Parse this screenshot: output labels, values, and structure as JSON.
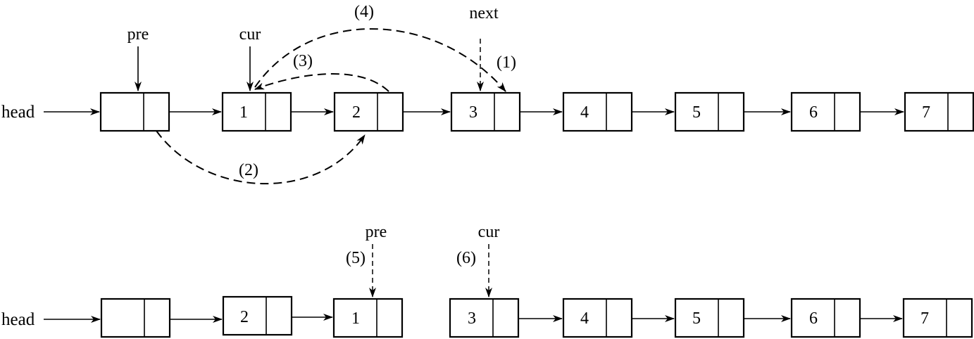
{
  "top": {
    "head_label": "head",
    "nodes": [
      "",
      "1",
      "2",
      "3",
      "4",
      "5",
      "6",
      "7"
    ],
    "pointers": {
      "pre": "pre",
      "cur": "cur",
      "next": "next"
    },
    "steps": {
      "s1": "(1)",
      "s2": "(2)",
      "s3": "(3)",
      "s4": "(4)"
    }
  },
  "bottom": {
    "head_label": "head",
    "nodes": [
      "",
      "2",
      "1",
      "3",
      "4",
      "5",
      "6",
      "7"
    ],
    "pointers": {
      "pre": "pre",
      "cur": "cur"
    },
    "steps": {
      "s5": "(5)",
      "s6": "(6)"
    }
  }
}
